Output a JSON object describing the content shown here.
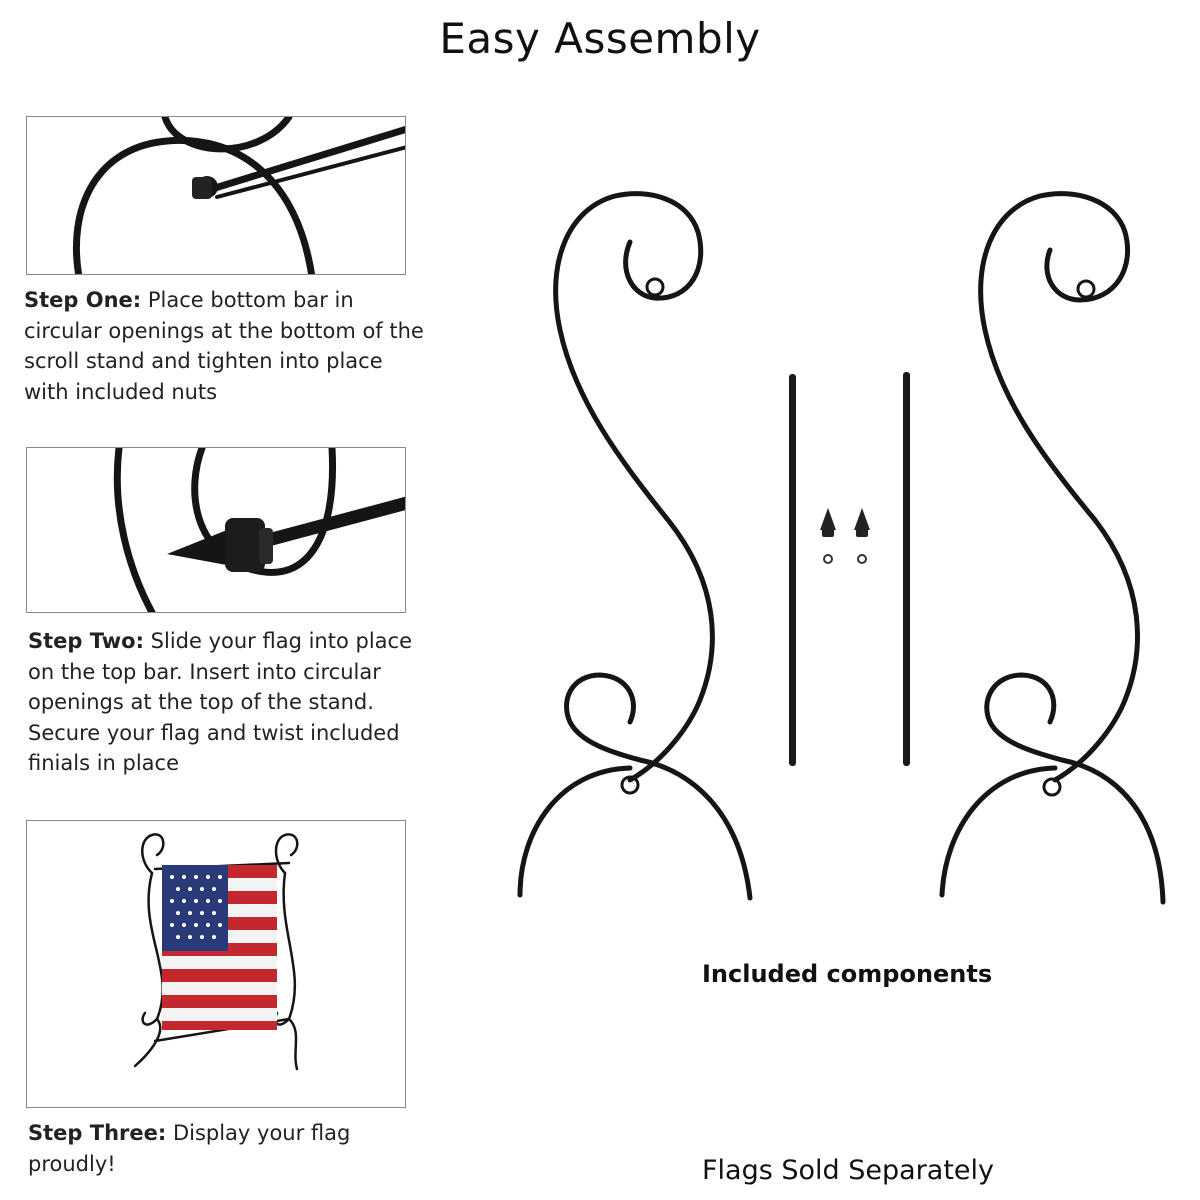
{
  "title": "Easy Assembly",
  "steps": [
    {
      "label": "Step One:",
      "text": " Place bottom bar in circular openings at the bottom of the scroll stand and tighten into place with included nuts"
    },
    {
      "label": "Step Two:",
      "text": " Slide your flag into place on the top bar.  Insert into circular openings at the top of the stand. Secure your flag and twist included finials in place"
    },
    {
      "label": "Step Three:",
      "text": " Display your flag proudly!"
    }
  ],
  "components_caption": "Included components",
  "footer_note": "Flags Sold Separately",
  "colors": {
    "metal": "#151515",
    "flag_blue": "#2a3a78",
    "flag_red": "#c3282f"
  }
}
